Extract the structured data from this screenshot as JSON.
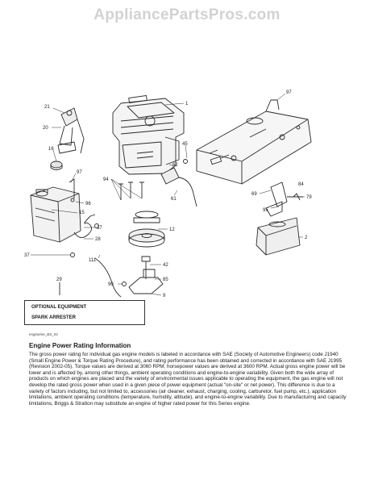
{
  "watermark": "AppliancePartsPros.com",
  "callouts": {
    "c1": "1",
    "c2": "2",
    "c9": "9",
    "c12": "12",
    "c15": "15",
    "c16": "16",
    "c20": "20",
    "c21": "21",
    "c28": "28",
    "c29": "29",
    "c37a": "37",
    "c37b": "37",
    "c42": "42",
    "c45": "45",
    "c61": "61",
    "c62": "62",
    "c69": "69",
    "c79": "79",
    "c84": "84",
    "c85": "85",
    "c90": "90",
    "c94": "94",
    "c95": "95",
    "c96": "96",
    "c97a": "97",
    "c97b": "97",
    "c111": "111"
  },
  "equipment_box": {
    "line1": "OPTIONAL EQUIPMENT",
    "line2": "SPARK ARRESTER"
  },
  "caption": "engine/ee_BS_04",
  "power_rating": {
    "title": "Engine Power Rating Information",
    "body": "The gross power rating for individual gas engine models is labeled in accordance with SAE (Society of Automotive Engineers) code J1940 (Small Engine Power & Torque Rating Procedure), and rating performance has been obtained and corrected in accordance with SAE J1995 (Revision 2002-05). Torque values are derived at 3060 RPM; horsepower values are derived at 3600 RPM. Actual gross engine power will be lower and is affected by, among other things, ambient operating conditions and engine-to-engine variability. Given both the wide array of products on which engines are placed and the variety of environmental issues applicable to operating the equipment, the gas engine will not develop the rated gross power when used in a given piece of power equipment (actual \"on-site\" or net power). This difference is due to a variety of factors including, but not limited to, accessories (air cleaner, exhaust, charging, cooling, carburetor, fuel pump, etc.), application limitations, ambient operating conditions (temperature, humidity, altitude), and engine-to-engine variability. Due to manufacturing and capacity limitations, Briggs & Stratton may substitute an engine of higher rated power for this Series engine."
  }
}
